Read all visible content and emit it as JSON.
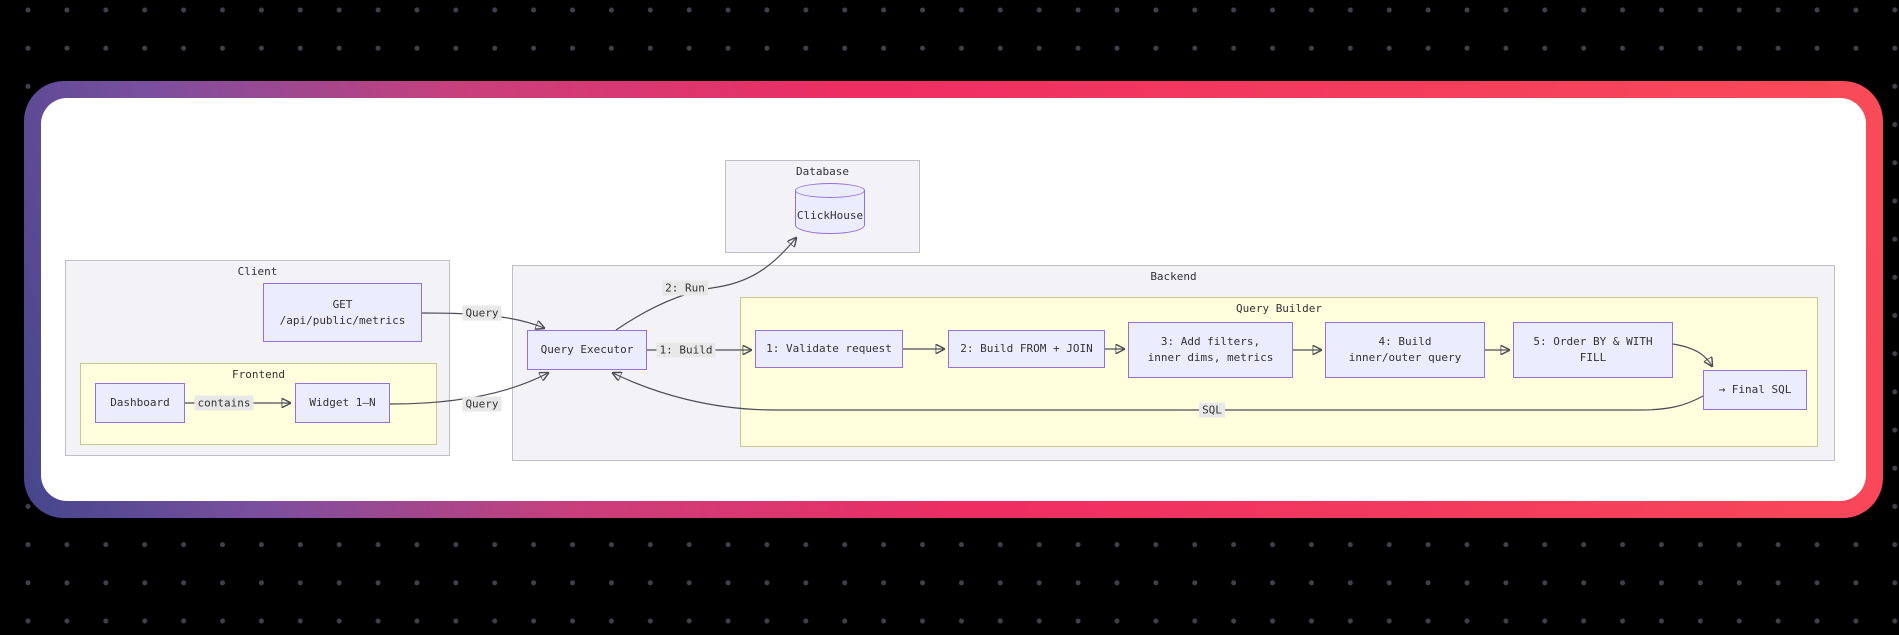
{
  "page": {
    "background_color": "#000000",
    "dot_color": "#41414b",
    "card_gradient": [
      "#44468c",
      "#7b4f9f",
      "#ee2d62",
      "#f94b58"
    ],
    "card_surface_color": "#ffffff"
  },
  "diagram": {
    "clusters": {
      "database": {
        "title": "Database"
      },
      "client": {
        "title": "Client"
      },
      "frontend": {
        "title": "Frontend"
      },
      "backend": {
        "title": "Backend"
      },
      "query_builder": {
        "title": "Query Builder"
      }
    },
    "nodes": {
      "clickhouse": {
        "label": "ClickHouse"
      },
      "get": {
        "line1": "GET",
        "line2": "/api/public/metrics"
      },
      "dashboard": {
        "label": "Dashboard"
      },
      "widget": {
        "label": "Widget 1–N"
      },
      "query_executor": {
        "label": "Query Executor"
      },
      "step1": {
        "label": "1: Validate request"
      },
      "step2": {
        "label": "2: Build FROM + JOIN"
      },
      "step3": {
        "line1": "3: Add filters,",
        "line2": "inner dims, metrics"
      },
      "step4": {
        "line1": "4: Build",
        "line2": "inner/outer query"
      },
      "step5": {
        "line1": "5: Order BY & WITH",
        "line2": "FILL"
      },
      "final_sql": {
        "label": "→ Final SQL"
      }
    },
    "edge_labels": {
      "query_get": "Query",
      "query_widget": "Query",
      "contains": "contains",
      "run": "2: Run",
      "build": "1: Build",
      "sql": "SQL"
    },
    "colors": {
      "node_fill": "#ECECFF",
      "node_border": "#9370DB",
      "cluster_gray_fill": "#f3f3f7",
      "cluster_yellow_fill": "#ffffde",
      "edge_label_bg": "#e8e8e8",
      "edge_stroke": "#4d4d58"
    }
  }
}
